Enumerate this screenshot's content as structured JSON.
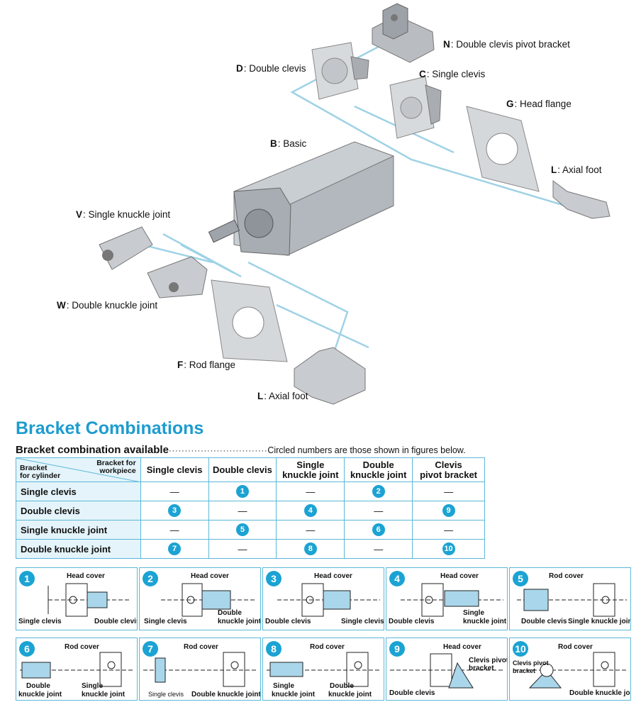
{
  "diagram": {
    "labels": [
      {
        "code": "N",
        "name": ": Double clevis pivot bracket"
      },
      {
        "code": "D",
        "name": ": Double clevis"
      },
      {
        "code": "C",
        "name": ": Single clevis"
      },
      {
        "code": "G",
        "name": ": Head flange"
      },
      {
        "code": "B",
        "name": ": Basic"
      },
      {
        "code": "L",
        "name": ": Axial foot"
      },
      {
        "code": "V",
        "name": ": Single knuckle joint"
      },
      {
        "code": "W",
        "name": ": Double knuckle joint"
      },
      {
        "code": "F",
        "name": ": Rod flange"
      },
      {
        "code": "L",
        "name": ": Axial foot"
      }
    ]
  },
  "section": {
    "title": "Bracket Combinations",
    "subtitle": "Bracket combination available",
    "dots": "·······························",
    "note": "Circled numbers are those shown in figures below."
  },
  "table": {
    "corner_top": [
      "Bracket for",
      "workpiece"
    ],
    "corner_bottom": [
      "Bracket",
      "for cylinder"
    ],
    "columns": [
      [
        "Single clevis"
      ],
      [
        "Double clevis"
      ],
      [
        "Single",
        "knuckle joint"
      ],
      [
        "Double",
        "knuckle joint"
      ],
      [
        "Clevis",
        "pivot bracket"
      ]
    ],
    "rows": [
      {
        "label": "Single clevis",
        "cells": [
          "—",
          "1",
          "—",
          "2",
          "—"
        ]
      },
      {
        "label": "Double clevis",
        "cells": [
          "3",
          "—",
          "4",
          "—",
          "9"
        ]
      },
      {
        "label": "Single knuckle joint",
        "cells": [
          "—",
          "5",
          "—",
          "6",
          "—"
        ]
      },
      {
        "label": "Double knuckle joint",
        "cells": [
          "7",
          "—",
          "8",
          "—",
          "10"
        ]
      }
    ]
  },
  "figures": [
    {
      "num": "1",
      "labels": [
        "Head cover",
        "Single clevis",
        "Double clevis"
      ]
    },
    {
      "num": "2",
      "labels": [
        "Head cover",
        "Single clevis",
        "Double",
        "knuckle joint"
      ]
    },
    {
      "num": "3",
      "labels": [
        "Head cover",
        "Double clevis",
        "Single clevis"
      ]
    },
    {
      "num": "4",
      "labels": [
        "Head cover",
        "Double clevis",
        "Single",
        "knuckle joint"
      ]
    },
    {
      "num": "5",
      "labels": [
        "Rod cover",
        "Double clevis",
        "Single knuckle joint"
      ]
    },
    {
      "num": "6",
      "labels": [
        "Rod cover",
        "Double",
        "knuckle joint",
        "Single",
        "knuckle joint"
      ]
    },
    {
      "num": "7",
      "labels": [
        "Rod cover",
        "Single clevis",
        "Double knuckle joint"
      ]
    },
    {
      "num": "8",
      "labels": [
        "Rod cover",
        "Single",
        "knuckle joint",
        "Double",
        "knuckle joint"
      ]
    },
    {
      "num": "9",
      "labels": [
        "Head cover",
        "Clevis pivot",
        "bracket",
        "Double clevis"
      ]
    },
    {
      "num": "10",
      "labels": [
        "Rod cover",
        "Clevis pivot",
        "bracket",
        "Double knuckle joint"
      ]
    }
  ],
  "colors": {
    "accent": "#1d9ccf",
    "line": "#5bb8d8",
    "row_bg": "#e4f4fa",
    "part_fill": "#a9d6ea"
  }
}
